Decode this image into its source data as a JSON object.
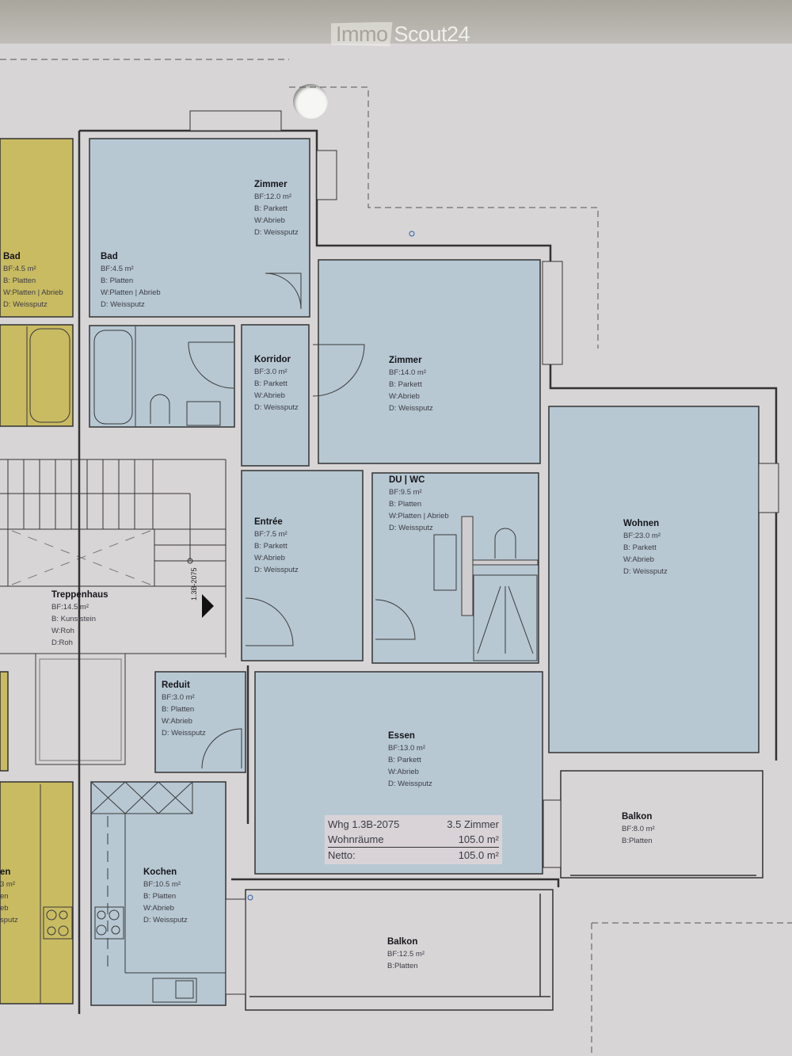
{
  "watermark": {
    "part1": "Immo",
    "part2": "Scout24"
  },
  "unit_marker": "1.3B-2075",
  "colors": {
    "room_blue": "#b7c8d3",
    "room_yellow": "#c9bb62",
    "paper": "#d8d5d6",
    "wall": "#3a3838"
  },
  "rooms": [
    {
      "id": "bad-left",
      "name": "Bad",
      "area": "BF:4.5 m²",
      "floor": "B: Platten",
      "walls": "W:Platten | Abrieb",
      "ceiling": "D: Weissputz"
    },
    {
      "id": "bad",
      "name": "Bad",
      "area": "BF:4.5 m²",
      "floor": "B: Platten",
      "walls": "W:Platten | Abrieb",
      "ceiling": "D: Weissputz"
    },
    {
      "id": "zimmer-1",
      "name": "Zimmer",
      "area": "BF:12.0 m²",
      "floor": "B: Parkett",
      "walls": "W:Abrieb",
      "ceiling": "D: Weissputz"
    },
    {
      "id": "korridor",
      "name": "Korridor",
      "area": "BF:3.0 m²",
      "floor": "B: Parkett",
      "walls": "W:Abrieb",
      "ceiling": "D: Weissputz"
    },
    {
      "id": "zimmer-2",
      "name": "Zimmer",
      "area": "BF:14.0 m²",
      "floor": "B: Parkett",
      "walls": "W:Abrieb",
      "ceiling": "D: Weissputz"
    },
    {
      "id": "entree",
      "name": "Entrée",
      "area": "BF:7.5 m²",
      "floor": "B: Parkett",
      "walls": "W:Abrieb",
      "ceiling": "D: Weissputz"
    },
    {
      "id": "du-wc",
      "name": "DU | WC",
      "area": "BF:9.5 m²",
      "floor": "B: Platten",
      "walls": "W:Platten | Abrieb",
      "ceiling": "D: Weissputz"
    },
    {
      "id": "wohnen",
      "name": "Wohnen",
      "area": "BF:23.0 m²",
      "floor": "B: Parkett",
      "walls": "W:Abrieb",
      "ceiling": "D: Weissputz"
    },
    {
      "id": "treppenhaus",
      "name": "Treppenhaus",
      "area": "BF:14.5 m²",
      "floor": "B: Kunststein",
      "walls": "W:Roh",
      "ceiling": "D:Roh"
    },
    {
      "id": "reduit",
      "name": "Reduit",
      "area": "BF:3.0 m²",
      "floor": "B: Platten",
      "walls": "W:Abrieb",
      "ceiling": "D: Weissputz"
    },
    {
      "id": "essen",
      "name": "Essen",
      "area": "BF:13.0 m²",
      "floor": "B: Parkett",
      "walls": "W:Abrieb",
      "ceiling": "D: Weissputz"
    },
    {
      "id": "balkon-right",
      "name": "Balkon",
      "area": "BF:8.0 m²",
      "floor": "B:Platten"
    },
    {
      "id": "kochen",
      "name": "Kochen",
      "area": "BF:10.5 m²",
      "floor": "B: Platten",
      "walls": "W:Abrieb",
      "ceiling": "D: Weissputz"
    },
    {
      "id": "balkon-bottom",
      "name": "Balkon",
      "area": "BF:12.5 m²",
      "floor": "B:Platten"
    },
    {
      "id": "kochen-left-partial",
      "name": "en",
      "area": "3 m²",
      "floor": "en",
      "walls": "eb",
      "ceiling": "sputz"
    }
  ],
  "summary": {
    "unit_label": "Whg 1.3B-2075",
    "rooms_count": "3.5 Zimmer",
    "living_label": "Wohnräume",
    "living_value": "105.0 m²",
    "net_label": "Netto:",
    "net_value": "105.0 m²"
  }
}
